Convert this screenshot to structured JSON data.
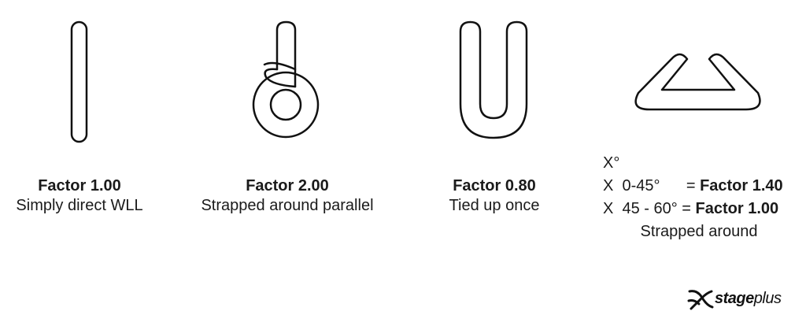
{
  "items": [
    {
      "factor": "Factor 1.00",
      "description": "Simply direct WLL",
      "icon": "straight-sling-icon"
    },
    {
      "factor": "Factor 2.00",
      "description": "Strapped around parallel",
      "icon": "choke-loop-sling-icon"
    },
    {
      "factor": "Factor 0.80",
      "description": "Tied up once",
      "icon": "u-basket-sling-icon"
    }
  ],
  "angle_block": {
    "icon": "angled-basket-sling-icon",
    "header": "X°",
    "rows": [
      {
        "prefix": "X  0-45°      = ",
        "factor": "Factor 1.40"
      },
      {
        "prefix": "X  45 - 60° = ",
        "factor": "Factor 1.00"
      }
    ],
    "description": "Strapped around"
  },
  "logo": {
    "icon": "stageplus-logo-icon",
    "text_bold": "stage",
    "text_light": "plus"
  },
  "colors": {
    "stroke": "#111111",
    "text": "#1a1a1a",
    "background": "#ffffff"
  }
}
